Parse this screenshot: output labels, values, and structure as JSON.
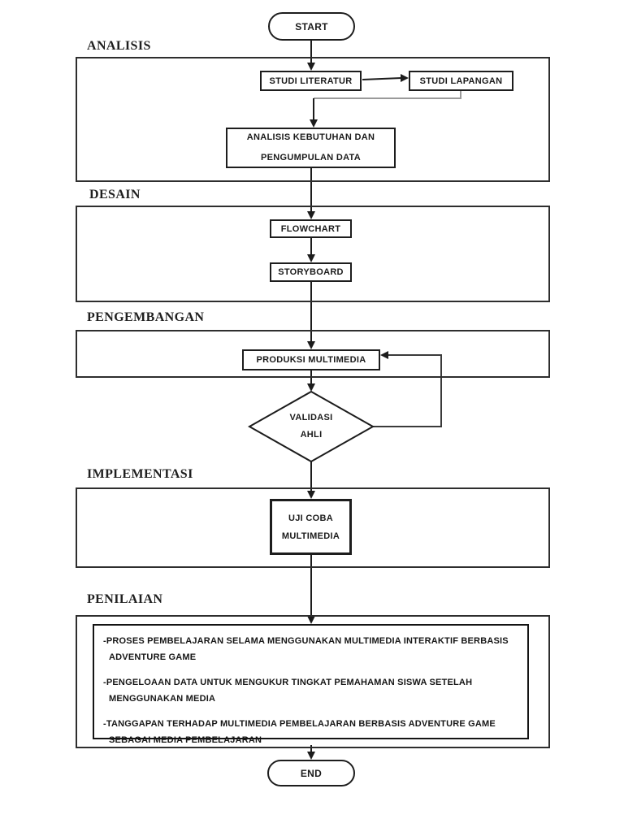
{
  "colors": {
    "ink": "#1c1c1c",
    "gray_line": "#9a9a9a",
    "background": "#ffffff"
  },
  "terminators": {
    "start": "START",
    "end": "END"
  },
  "sections": {
    "analisis": "ANALISIS",
    "desain": "DESAIN",
    "pengembangan": "PENGEMBANGAN",
    "implementasi": "IMPLEMENTASI",
    "penilaian": "PENILAIAN"
  },
  "nodes": {
    "studi_literatur": "STUDI LITERATUR",
    "studi_lapangan": "STUDI LAPANGAN",
    "analisis_kebutuhan": {
      "line1": "ANALISIS KEBUTUHAN DAN",
      "line2": "PENGUMPULAN DATA"
    },
    "flowchart": "FLOWCHART",
    "storyboard": "STORYBOARD",
    "produksi_multimedia": "PRODUKSI MULTIMEDIA",
    "validasi_ahli": {
      "line1": "VALIDASI",
      "line2": "AHLI"
    },
    "uji_coba": {
      "line1": "UJI COBA",
      "line2": "MULTIMEDIA"
    }
  },
  "penilaian_items": [
    {
      "line1": "-PROSES PEMBELAJARAN SELAMA MENGGUNAKAN MULTIMEDIA INTERAKTIF BERBASIS",
      "line2": "ADVENTURE GAME"
    },
    {
      "line1": "-PENGELOAAN DATA UNTUK MENGUKUR TINGKAT PEMAHAMAN SISWA SETELAH",
      "line2": "MENGGUNAKAN MEDIA"
    },
    {
      "line1": "-TANGGAPAN TERHADAP MULTIMEDIA PEMBELAJARAN BERBASIS ADVENTURE GAME",
      "line2": "SEBAGAI MEDIA PEMBELAJARAN"
    }
  ]
}
